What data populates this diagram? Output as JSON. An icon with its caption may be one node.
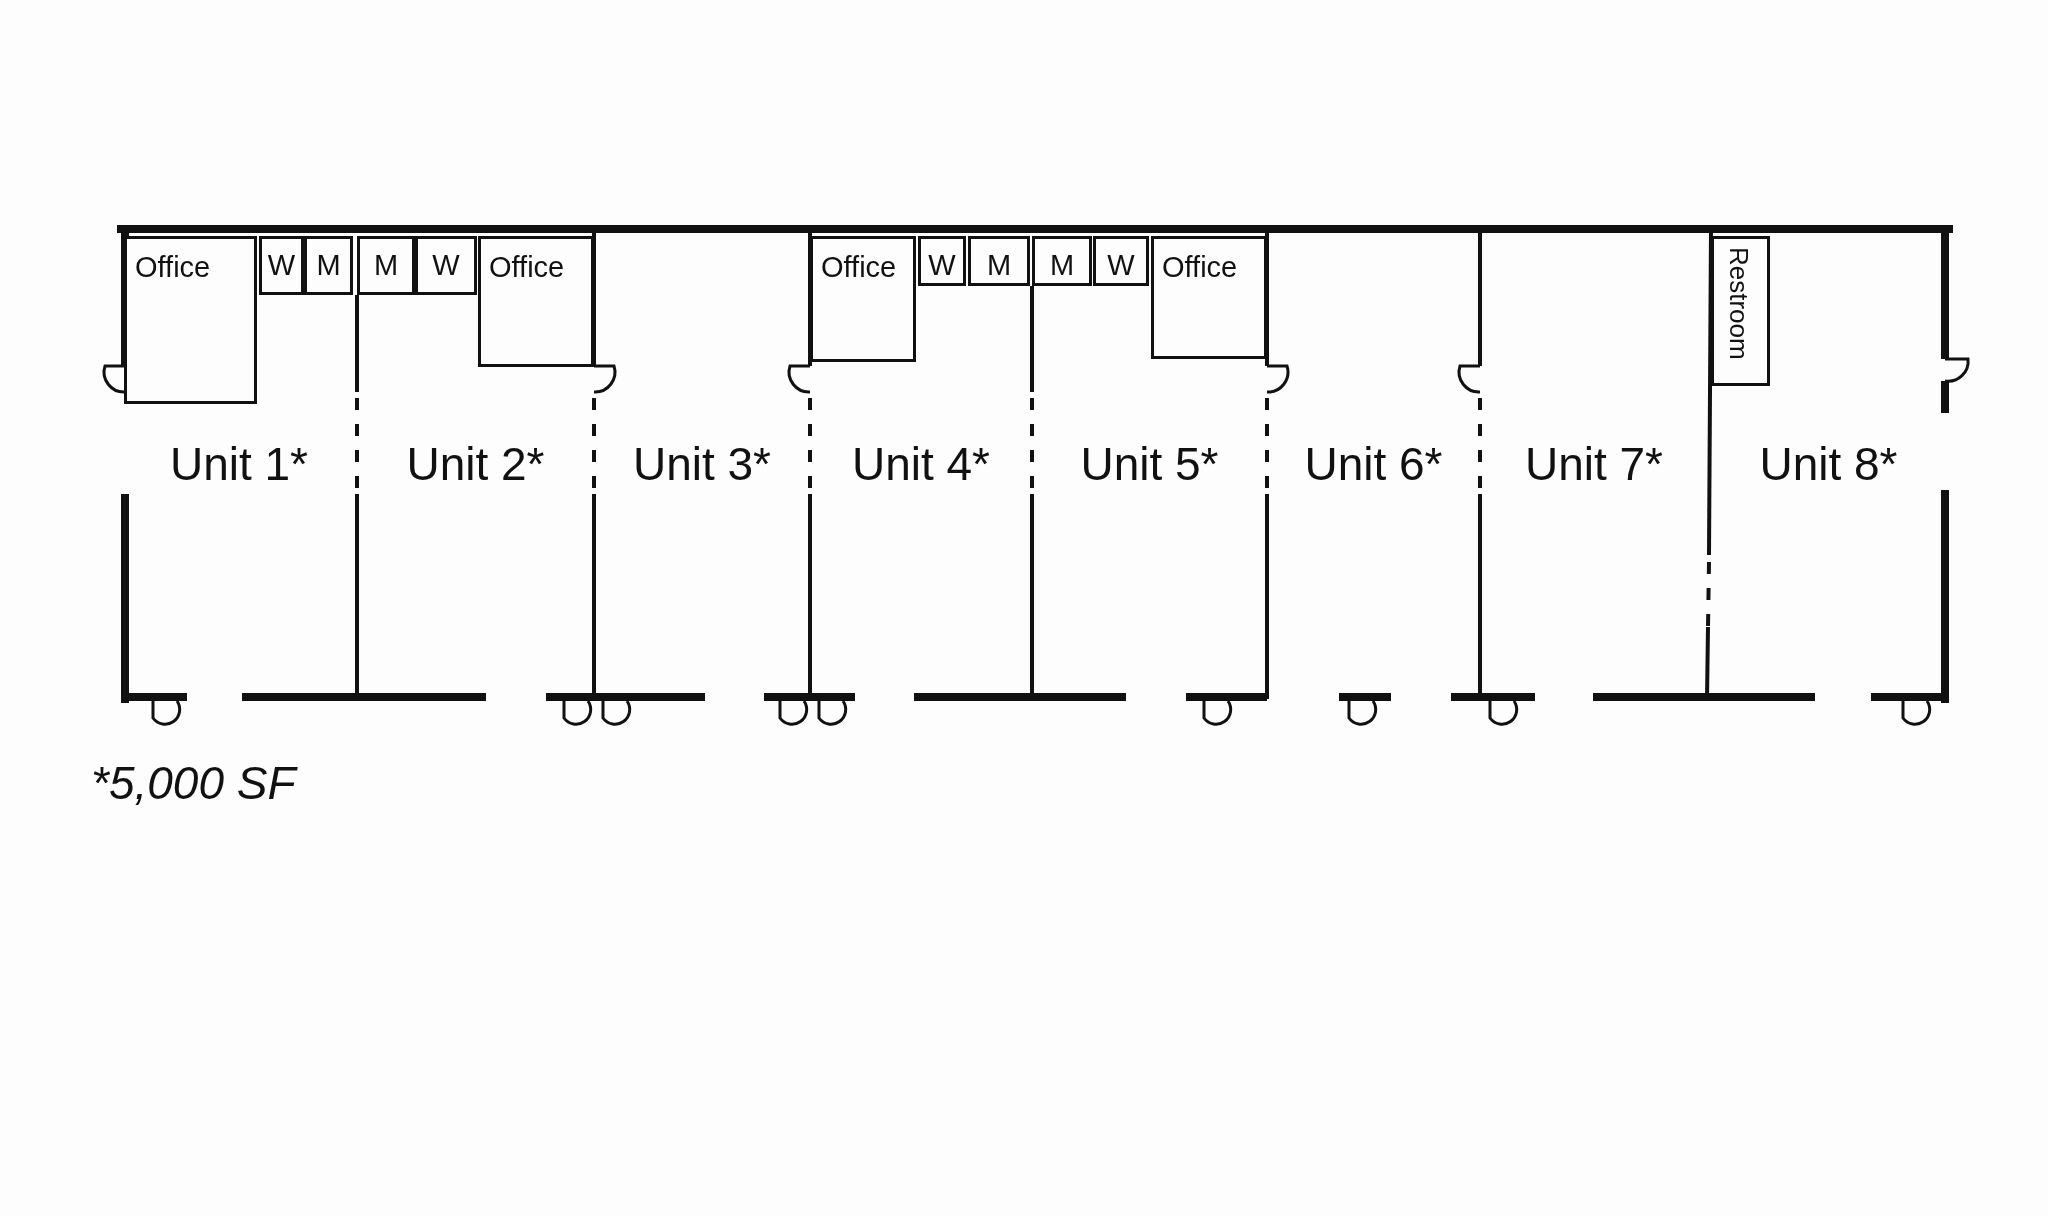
{
  "diagram": {
    "nodes": [
      {
        "text": [
          "Unit 1*"
        ]
      },
      {
        "text": [
          "Office"
        ],
        "in": 0
      },
      {
        "text": [
          "W"
        ],
        "in": 0
      },
      {
        "text": [
          "M"
        ],
        "in": 0
      },
      {
        "text": [
          "Unit 2*"
        ]
      },
      {
        "text": [
          "M"
        ],
        "in": 4
      },
      {
        "text": [
          "W"
        ],
        "in": 4
      },
      {
        "text": [
          "Office"
        ],
        "in": 4
      },
      {
        "text": [
          "Unit 3*"
        ]
      },
      {
        "text": [
          "Unit 4*"
        ]
      },
      {
        "text": [
          "Office"
        ],
        "in": 9
      },
      {
        "text": [
          "W"
        ],
        "in": 9
      },
      {
        "text": [
          "M"
        ],
        "in": 9
      },
      {
        "text": [
          "Unit 5*"
        ]
      },
      {
        "text": [
          "M"
        ],
        "in": 13
      },
      {
        "text": [
          "W"
        ],
        "in": 13
      },
      {
        "text": [
          "Office"
        ],
        "in": 13
      },
      {
        "text": [
          "Unit 6*"
        ]
      },
      {
        "text": [
          "Unit 7*"
        ]
      },
      {
        "text": [
          "Unit 8*"
        ]
      },
      {
        "text": [
          "Restroom"
        ],
        "in": 19
      }
    ],
    "edges": [],
    "labels": [
      "*5,000 SF"
    ]
  }
}
